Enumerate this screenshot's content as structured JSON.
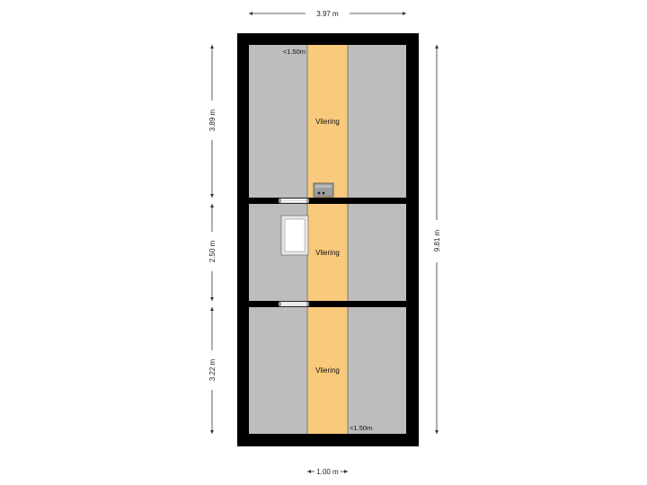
{
  "dimensions": {
    "top_width": "3.97 m",
    "bottom_width": "1.00 m",
    "right_height": "9.81 m",
    "left_segments": [
      "3.89 m",
      "2.50 m",
      "3.22 m"
    ]
  },
  "rooms": [
    {
      "label": "Vliering"
    },
    {
      "label": "Vliering"
    },
    {
      "label": "Vliering"
    }
  ],
  "notes": {
    "height_top": "<1.50m",
    "height_bottom": "<1.50m"
  },
  "colors": {
    "wall": "#000000",
    "low_ceiling": "#bdbdbd",
    "room": "#f9c97c",
    "dimension_line": "#333333"
  }
}
